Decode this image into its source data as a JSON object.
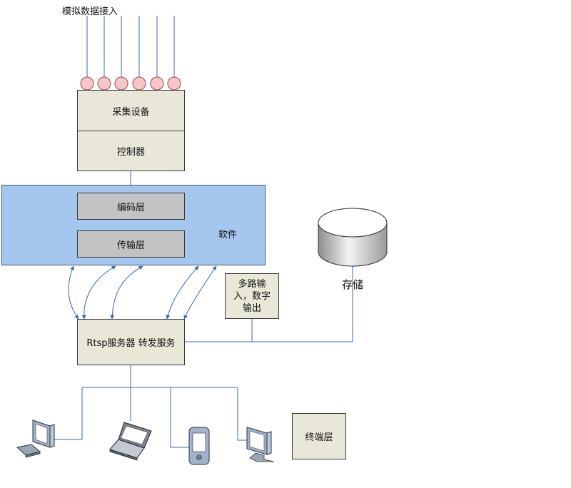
{
  "analog_input_label": "模拟数据接入",
  "acquisition": {
    "device_label": "采集设备",
    "controller_label": "控制器"
  },
  "software": {
    "label": "软件",
    "encoding_layer_label": "编码层",
    "transport_layer_label": "传输层"
  },
  "multi_io_note": [
    "多路输",
    "入，数字",
    "输出"
  ],
  "rtsp_server_label": "Rtsp服务器 转发服务",
  "storage_label": "存储",
  "terminal_layer_label": "终端层",
  "terminals": [
    {
      "icon": "desktop-computer-icon"
    },
    {
      "icon": "laptop-icon"
    },
    {
      "icon": "pda-icon"
    },
    {
      "icon": "monitor-icon"
    }
  ],
  "colors": {
    "line": "#3b68b5",
    "software_band": "#a5c6ef",
    "box_fill": "#e9e8d8",
    "layer_fill": "#c3c3c3",
    "input_node": "#f6c7c7",
    "input_node_border": "#b04848"
  }
}
